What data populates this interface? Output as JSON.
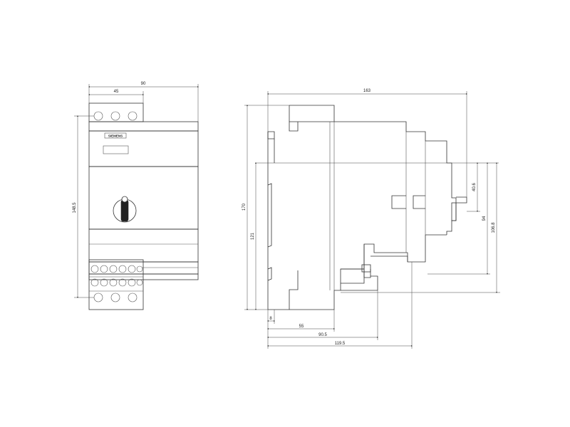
{
  "drawing": {
    "brand_label": "SIEMENS",
    "front_view": {
      "dim_width_total": "90",
      "dim_width_half": "45",
      "dim_height": "148.5"
    },
    "side_view": {
      "dim_depth_total": "163",
      "dim_height_total": "170",
      "dim_height_rail": "121",
      "dim_40_6": "40.6",
      "dim_94": "94",
      "dim_106_8": "106.8",
      "dim_8": "8",
      "dim_55": "55",
      "dim_90_5": "90.5",
      "dim_119_5": "119.5"
    }
  }
}
